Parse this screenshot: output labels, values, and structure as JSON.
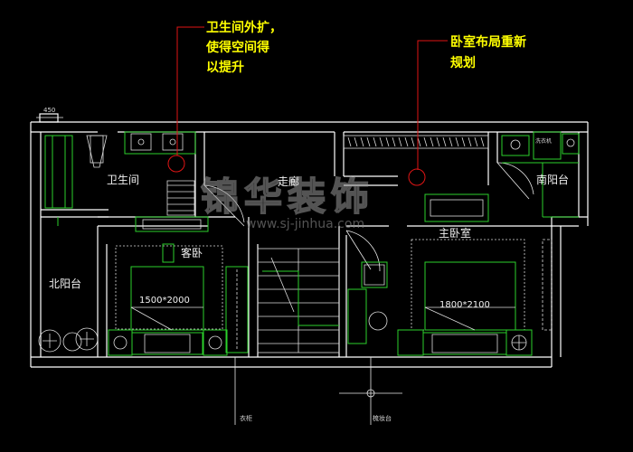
{
  "annotations": {
    "left_note": [
      "卫生间外扩，",
      "使得空间得",
      "以提升"
    ],
    "right_note": [
      "卧室布局重新",
      "规划"
    ]
  },
  "rooms": {
    "bathroom": "卫生间",
    "corridor": "走廊",
    "north_balcony": "北阳台",
    "guest_bedroom": "客卧",
    "master_bedroom": "主卧室",
    "south_balcony": "南阳台"
  },
  "furniture": {
    "guest_bed_size": "1500*2000",
    "master_bed_size": "1800*2100",
    "washer_label": "洗衣机"
  },
  "dimensions": {
    "top_left": "450"
  },
  "small_labels": {
    "bottom_left": "衣柜",
    "bottom_right": "梳妆台"
  },
  "watermark": {
    "brand": "锦华装饰",
    "url": "www.sj-jinhua.com"
  },
  "colors": {
    "background": "#000000",
    "walls": "#ffffff",
    "furniture": "#2bd12b",
    "leader_lines": "#e01515",
    "annotation_text": "#ffff00"
  }
}
